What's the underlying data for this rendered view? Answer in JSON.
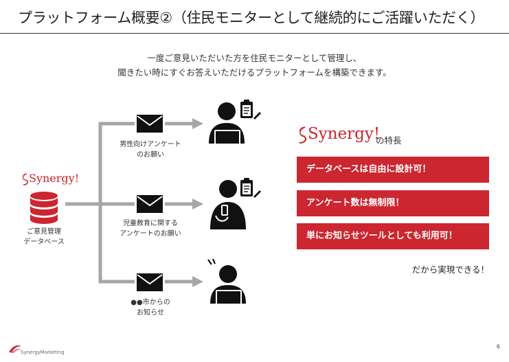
{
  "slide": {
    "title": "プラットフォーム概要②（住民モニターとして継続的にご活躍いただく）",
    "intro_line1": "一度ご意見いただいた方を住民モニターとして管理し、",
    "intro_line2": "聞きたい時にすぐお答えいただけるプラットフォームを構築できます。",
    "page_number": "6"
  },
  "database": {
    "brand": "Synergy!",
    "label_line1": "ご意見管理",
    "label_line2": "データベース"
  },
  "channels": [
    {
      "line1": "男性向けアンケート",
      "line2": "のお願い"
    },
    {
      "line1": "児童教育に関する",
      "line2": "アンケートのお願い"
    },
    {
      "line1": "●●市からの",
      "line2": "お知らせ"
    }
  ],
  "features": {
    "brand": "Synergy!",
    "heading_suffix": "の特長",
    "items": [
      "データベースは自由に設計可！",
      "アンケート数は無制限！",
      "単にお知らせツールとしても利用可！"
    ],
    "conclusion": "だから実現できる！"
  },
  "footer": {
    "company": "SynergyMarketing"
  },
  "colors": {
    "accent_red": "#cc2630",
    "arrow_gray": "#a6a6a6",
    "icon_black": "#111111"
  },
  "icons": [
    "synergy-logo-icon",
    "database-icon",
    "envelope-icon",
    "person-laptop-icon",
    "clipboard-pen-icon",
    "notification-icon"
  ]
}
